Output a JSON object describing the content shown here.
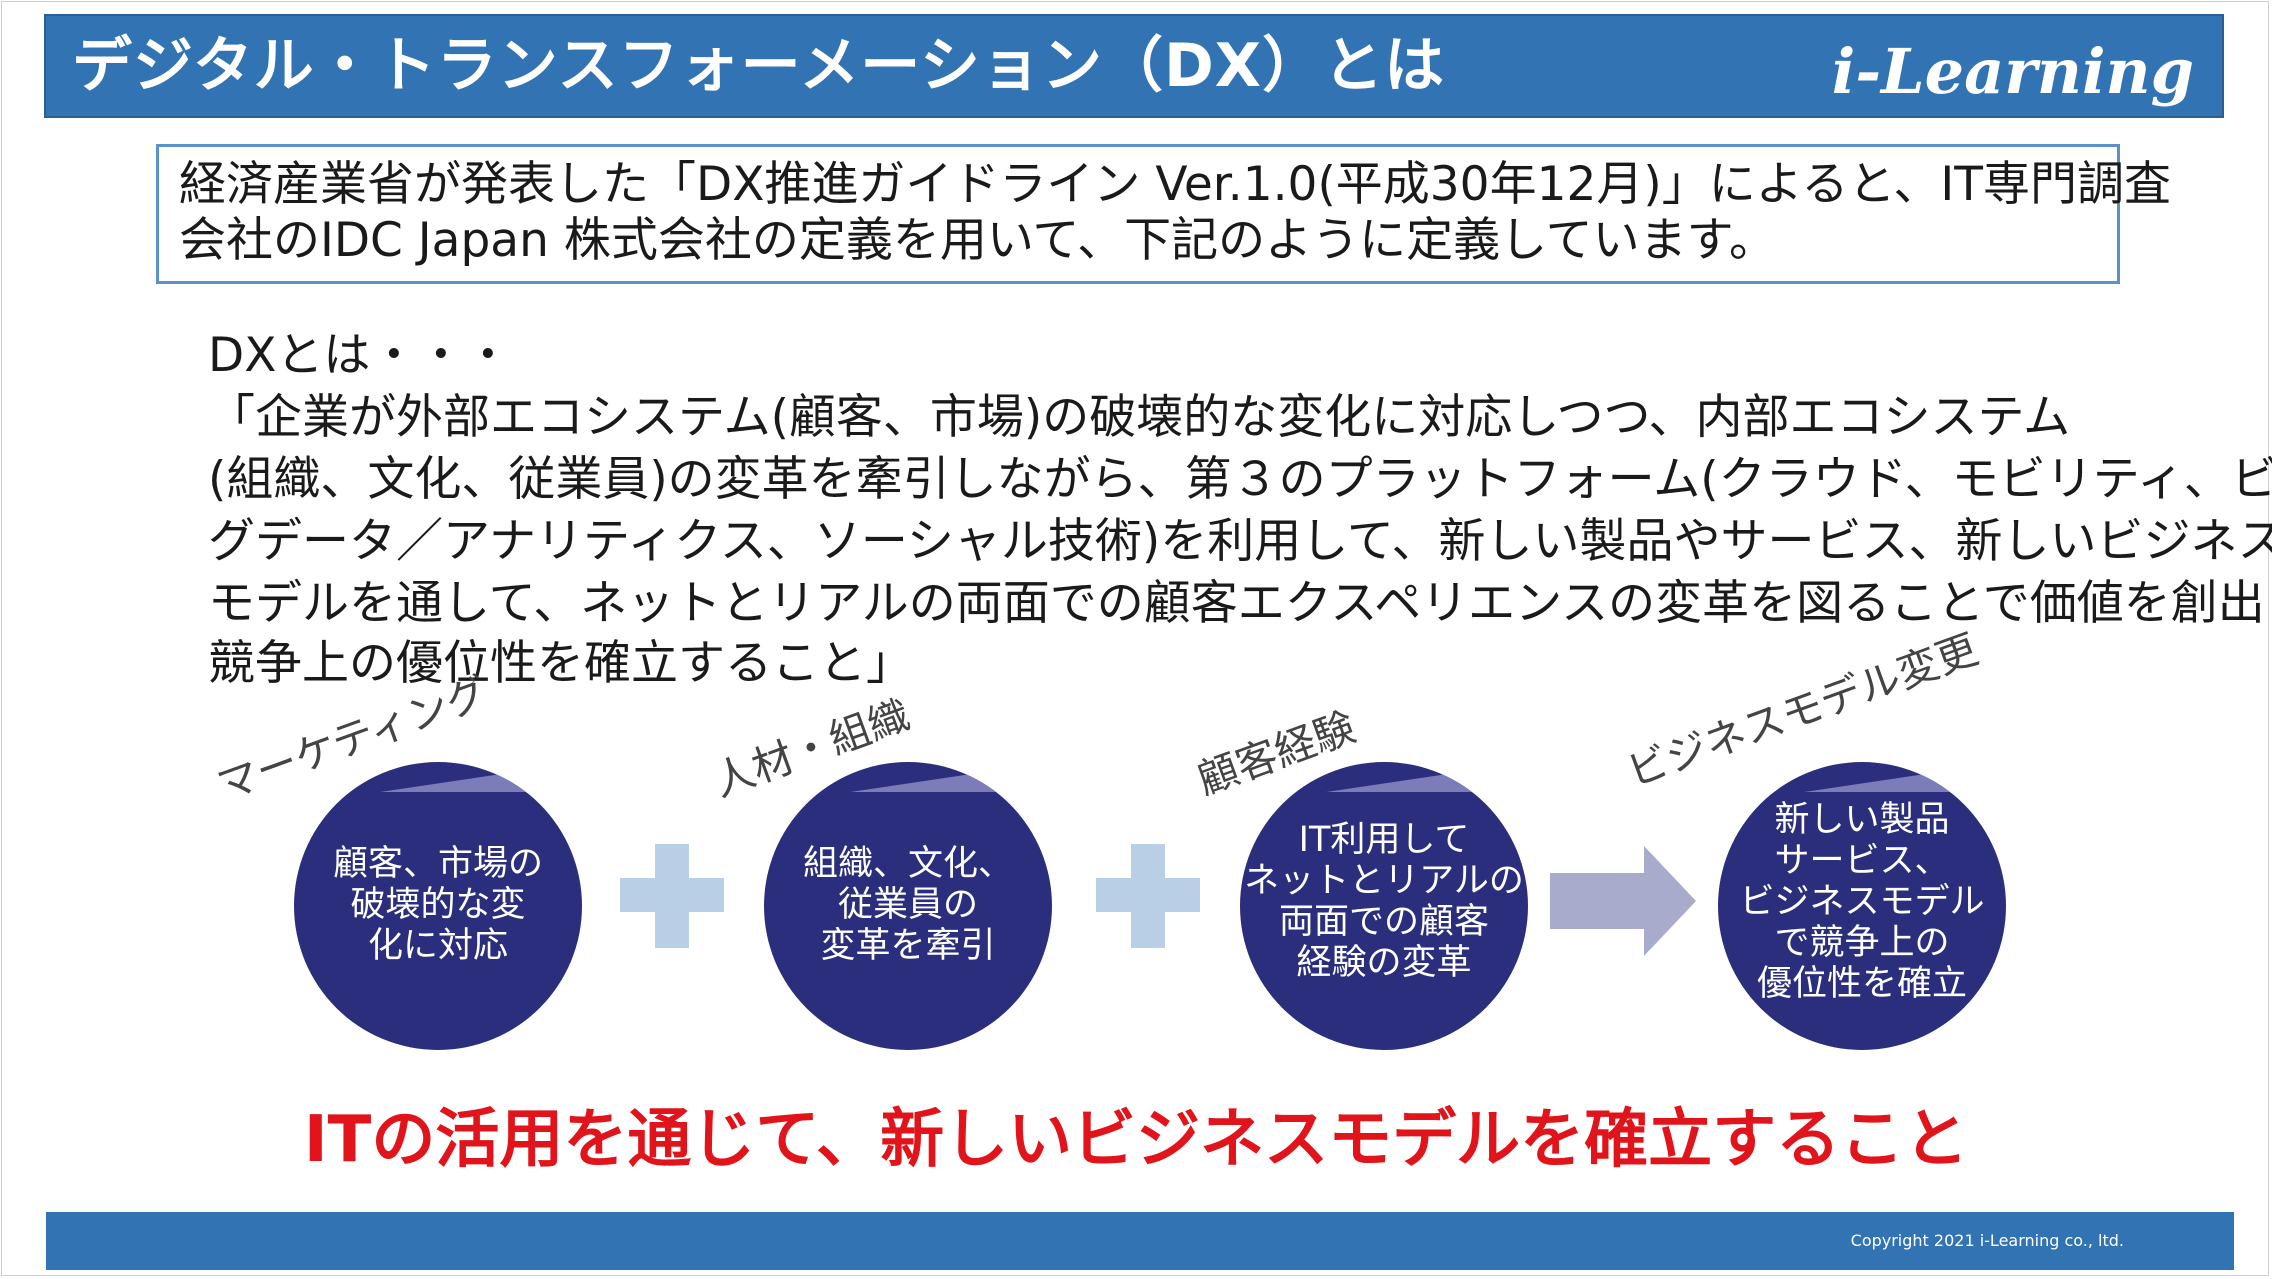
{
  "header": {
    "title": "デジタル・トランスフォーメーション（DX）とは",
    "logo_text": "i-Learning"
  },
  "intro": {
    "lines": [
      "経済産業省が発表した「DX推進ガイドライン Ver.1.0(平成30年12月)」によると、IT専門調査",
      "会社のIDC Japan 株式会社の定義を用いて、下記のように定義しています。"
    ]
  },
  "definition": {
    "lines": [
      "DXとは・・・",
      "「企業が外部エコシステム(顧客、市場)の破壊的な変化に対応しつつ、内部エコシステム",
      "(組織、文化、従業員)の変革を牽引しながら、第３のプラットフォーム(クラウド、モビリティ、ビッ",
      "グデータ／アナリティクス、ソーシャル技術)を利用して、新しい製品やサービス、新しいビジネス・",
      "モデルを通して、ネットとリアルの両面での顧客エクスペリエンスの変革を図ることで価値を創出し、",
      "競争上の優位性を確立すること」"
    ]
  },
  "flow": {
    "steps": [
      {
        "label": "マーケティング",
        "lines": [
          "顧客、市場の",
          "破壊的な変",
          "化に対応"
        ]
      },
      {
        "label": "人材・組織",
        "lines": [
          "組織、文化、",
          "従業員の",
          "変革を牽引"
        ]
      },
      {
        "label": "顧客経験",
        "lines": [
          "IT利用して",
          "ネットとリアルの",
          "両面での顧客",
          "経験の変革"
        ]
      },
      {
        "label": "ビジネスモデル変更",
        "lines": [
          "新しい製品",
          "サービス、",
          "ビジネスモデル",
          "で競争上の",
          "優位性を確立"
        ]
      }
    ]
  },
  "conclusion": "ITの活用を通じて、新しいビジネスモデルを確立すること",
  "footer": {
    "copyright": "Copyright 2021 i-Learning co., ltd."
  },
  "colors": {
    "header_bg": "#3273b3",
    "circle": "#2b2e7c",
    "plus": "#b8cfe6",
    "arrow": "#a9abcd",
    "conclusion": "#e0141a"
  }
}
